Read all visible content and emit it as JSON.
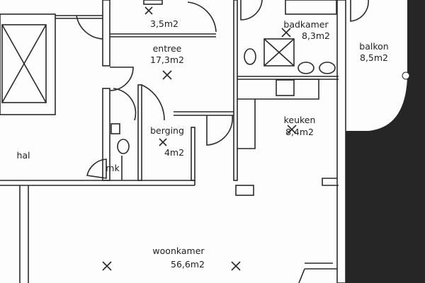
{
  "rooms": {
    "toilet_top": {
      "area": "3,5m2"
    },
    "entree": {
      "name": "entree",
      "area": "17,3m2"
    },
    "badkamer": {
      "name": "badkamer",
      "area": "8,3m2"
    },
    "balkon": {
      "name": "balkon",
      "area": "8,5m2"
    },
    "keuken": {
      "name": "keuken",
      "area": "8,4m2"
    },
    "berging": {
      "name": "berging",
      "area": "4m2"
    },
    "hal": {
      "name": "hal"
    },
    "mk": {
      "name": "mk"
    },
    "woonkamer": {
      "name": "woonkamer",
      "area": "56,6m2"
    }
  },
  "colors": {
    "wall": "#2a2a2a",
    "exterior": "#262626",
    "paper": "#fdfdfd"
  }
}
